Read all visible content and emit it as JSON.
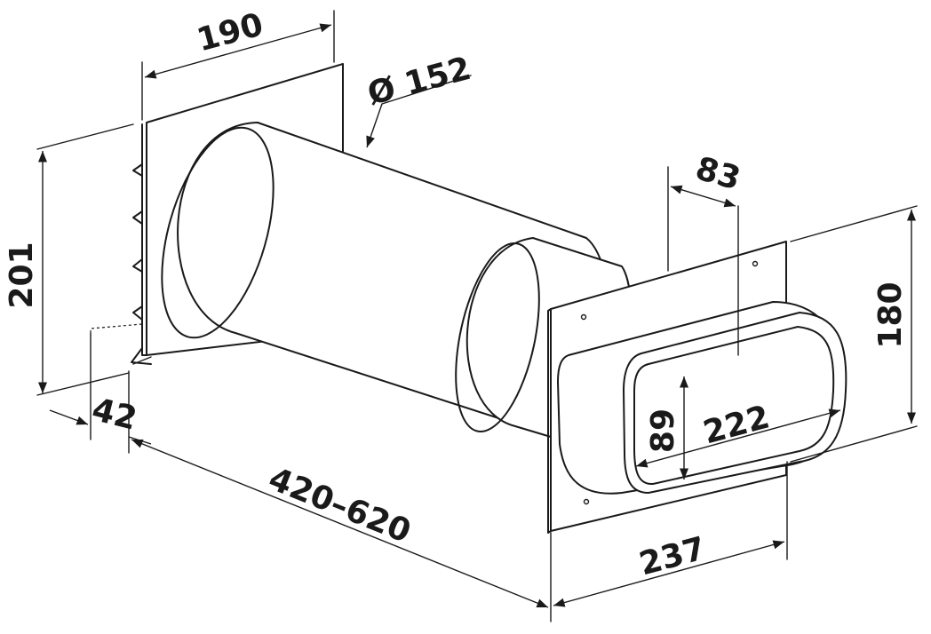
{
  "dimensions": {
    "width_190": "190",
    "diameter_152": "Ø 152",
    "depth_83": "83",
    "height_201": "201",
    "height_180": "180",
    "offset_42": "42",
    "length_range": "420–620",
    "width_237": "237",
    "duct_height_89": "89",
    "duct_width_222": "222"
  },
  "icons": {
    "louver": "louvered-grille-icon",
    "hole": "screw-hole-icon"
  }
}
